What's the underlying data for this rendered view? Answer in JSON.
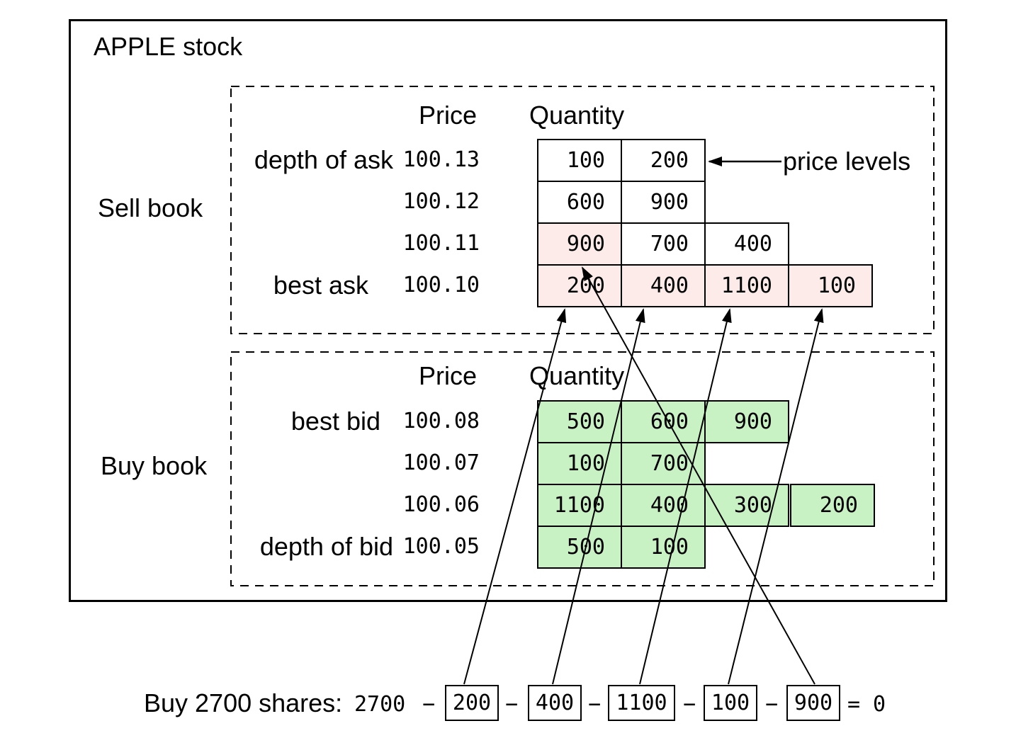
{
  "title": "APPLE stock",
  "colors": {
    "ask_highlight": "#fcebe9",
    "bid_fill": "#c9f2c4",
    "line": "#000000"
  },
  "sell_book": {
    "label": "Sell book",
    "price_header": "Price",
    "quantity_header": "Quantity",
    "annotation": "price levels",
    "rows": [
      {
        "label": "depth of ask",
        "price": "100.13",
        "quantities": [
          "100",
          "200"
        ],
        "highlight": []
      },
      {
        "label": "",
        "price": "100.12",
        "quantities": [
          "600",
          "900"
        ],
        "highlight": []
      },
      {
        "label": "",
        "price": "100.11",
        "quantities": [
          "900",
          "700",
          "400"
        ],
        "highlight": [
          0
        ]
      },
      {
        "label": "best ask",
        "price": "100.10",
        "quantities": [
          "200",
          "400",
          "1100",
          "100"
        ],
        "highlight": [
          0,
          1,
          2,
          3
        ]
      }
    ]
  },
  "buy_book": {
    "label": "Buy book",
    "price_header": "Price",
    "quantity_header": "Quantity",
    "rows": [
      {
        "label": "best bid",
        "price": "100.08",
        "quantities": [
          "500",
          "600",
          "900"
        ]
      },
      {
        "label": "",
        "price": "100.07",
        "quantities": [
          "100",
          "700"
        ]
      },
      {
        "label": "",
        "price": "100.06",
        "quantities": [
          "1100",
          "400",
          "300",
          "200"
        ]
      },
      {
        "label": "depth of bid",
        "price": "100.05",
        "quantities": [
          "500",
          "100"
        ]
      }
    ]
  },
  "formula": {
    "prefix": "Buy 2700 shares:",
    "total": "2700",
    "minus": "−",
    "terms": [
      "200",
      "400",
      "1100",
      "100",
      "900"
    ],
    "equals": "=",
    "result": "0"
  }
}
